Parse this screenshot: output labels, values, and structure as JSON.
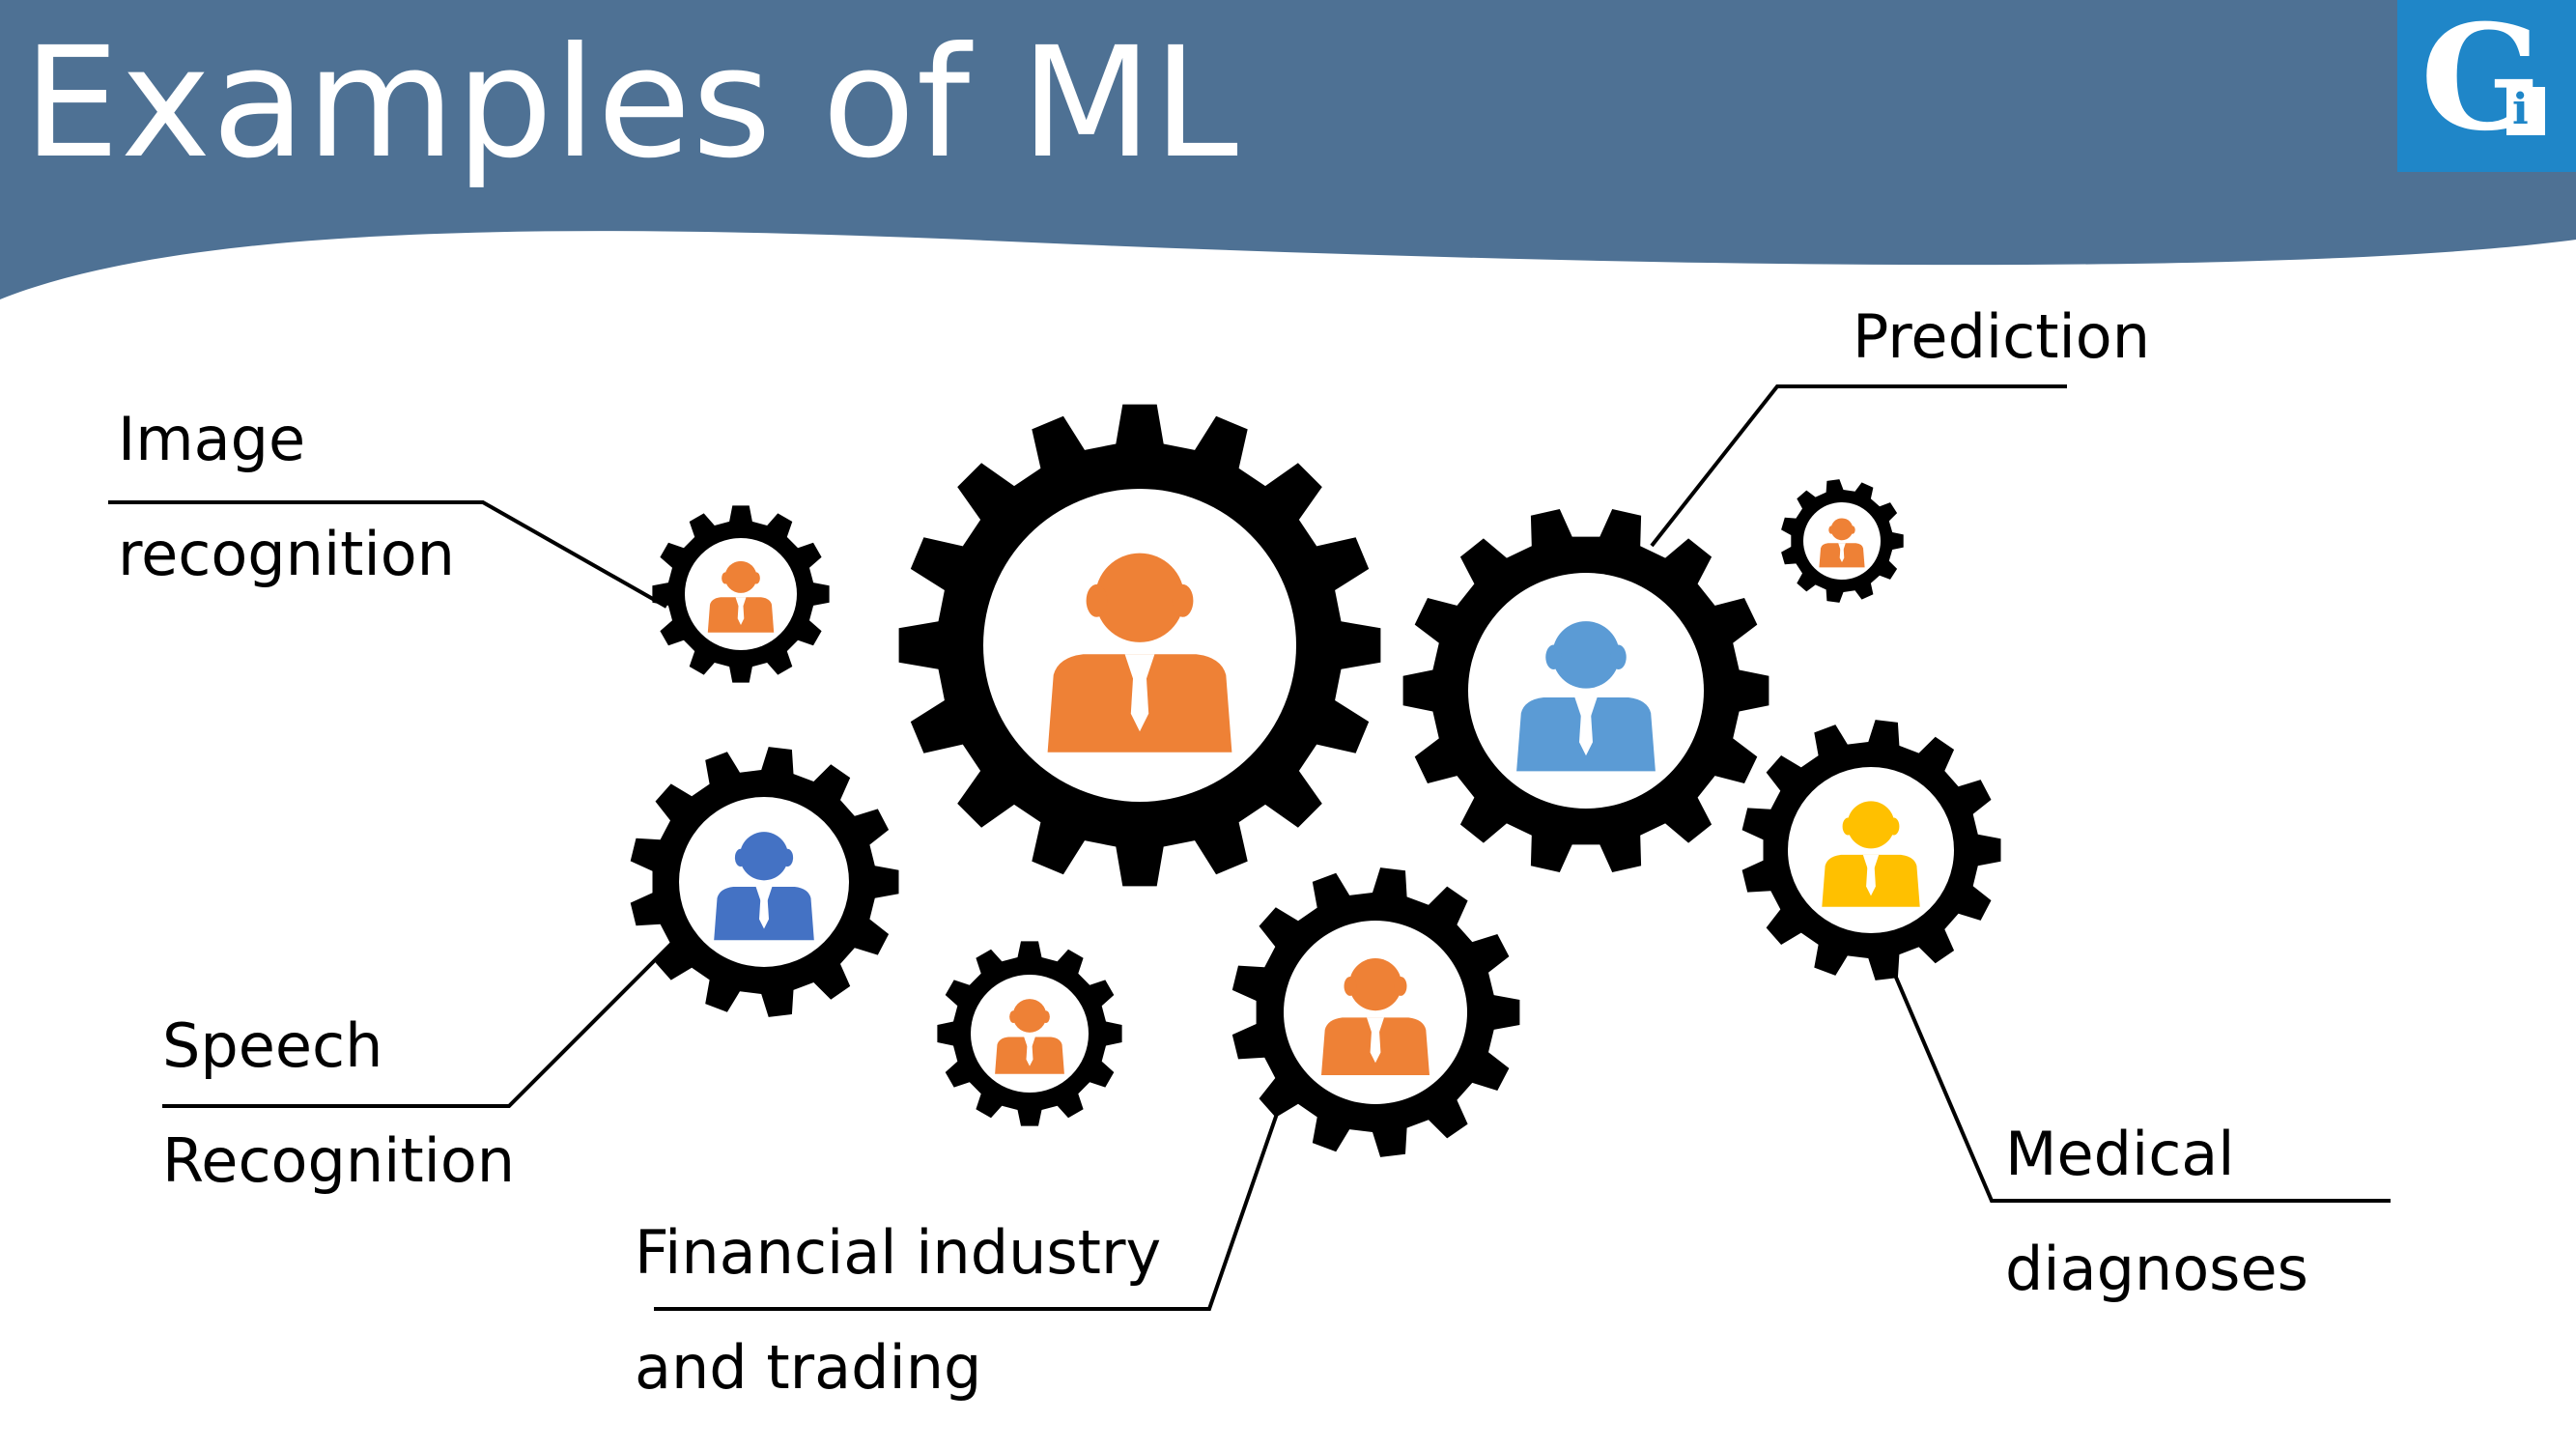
{
  "slide": {
    "title": "Examples of ML",
    "header_color": "#4e7194",
    "logo": {
      "letter": "G",
      "sub_letter": "i",
      "color": "#1f86c8"
    }
  },
  "examples": [
    {
      "line1": "Image",
      "line2": "recognition",
      "person_color": "#ee8136"
    },
    {
      "line1": "Speech",
      "line2": "Recognition",
      "person_color": "#4472c4"
    },
    {
      "line1": "Financial industry",
      "line2": "and trading",
      "person_color": "#ee8136"
    },
    {
      "line1": "Prediction",
      "line2": "",
      "person_color": "#5b9bd5"
    },
    {
      "line1": "Medical",
      "line2": "diagnoses",
      "person_color": "#ffc000"
    }
  ],
  "gear_colors": {
    "orange": "#ee8136",
    "blue": "#4472c4",
    "light_blue": "#5b9bd5",
    "yellow": "#ffc000",
    "gear": "#000000"
  }
}
